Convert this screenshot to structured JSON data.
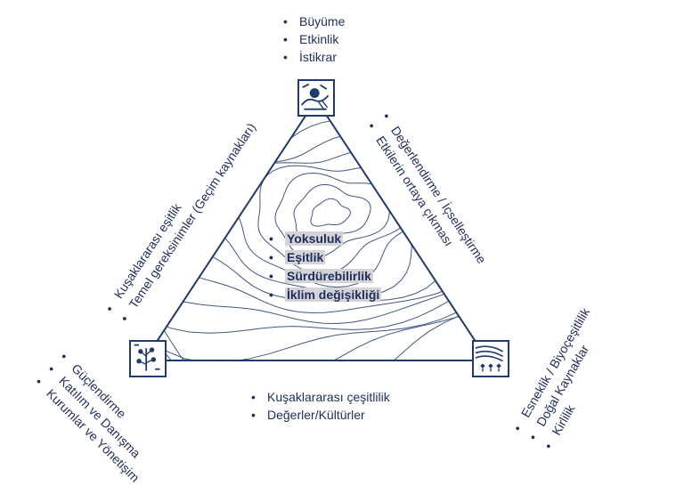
{
  "top_list": [
    "Büyüme",
    "Etkinlik",
    "İstikrar"
  ],
  "center_list": [
    "Yoksuluk",
    "Eşitlik",
    "Sürdürebilirlik",
    "İklim değişikliği"
  ],
  "left_edge_list": [
    "Kuşaklararası eşitlik",
    "Temel gereksinimler (Geçim kaynakları)"
  ],
  "right_edge_list": [
    "Değerlendirme / İçselleştirme",
    "Etkilerin ortaya çıkması"
  ],
  "bottom_edge_list": [
    "Kuşaklararası çeşitlilik",
    "Değerler/Kültürler"
  ],
  "bottom_left_list": [
    "Güçlendirme",
    "Katılım ve Danışma",
    "Kurumlar ve Yönetişim"
  ],
  "bottom_right_list": [
    "Esneklik / Biyoçeşitlilik",
    "Doğal Kaynaklar",
    "Kirlilik"
  ],
  "colors": {
    "navy": "#1f2d5a",
    "highlight": "#d3d3d8",
    "contour": "#1f3a6b"
  },
  "icons": [
    "economy-icon",
    "society-icon",
    "environment-icon"
  ]
}
